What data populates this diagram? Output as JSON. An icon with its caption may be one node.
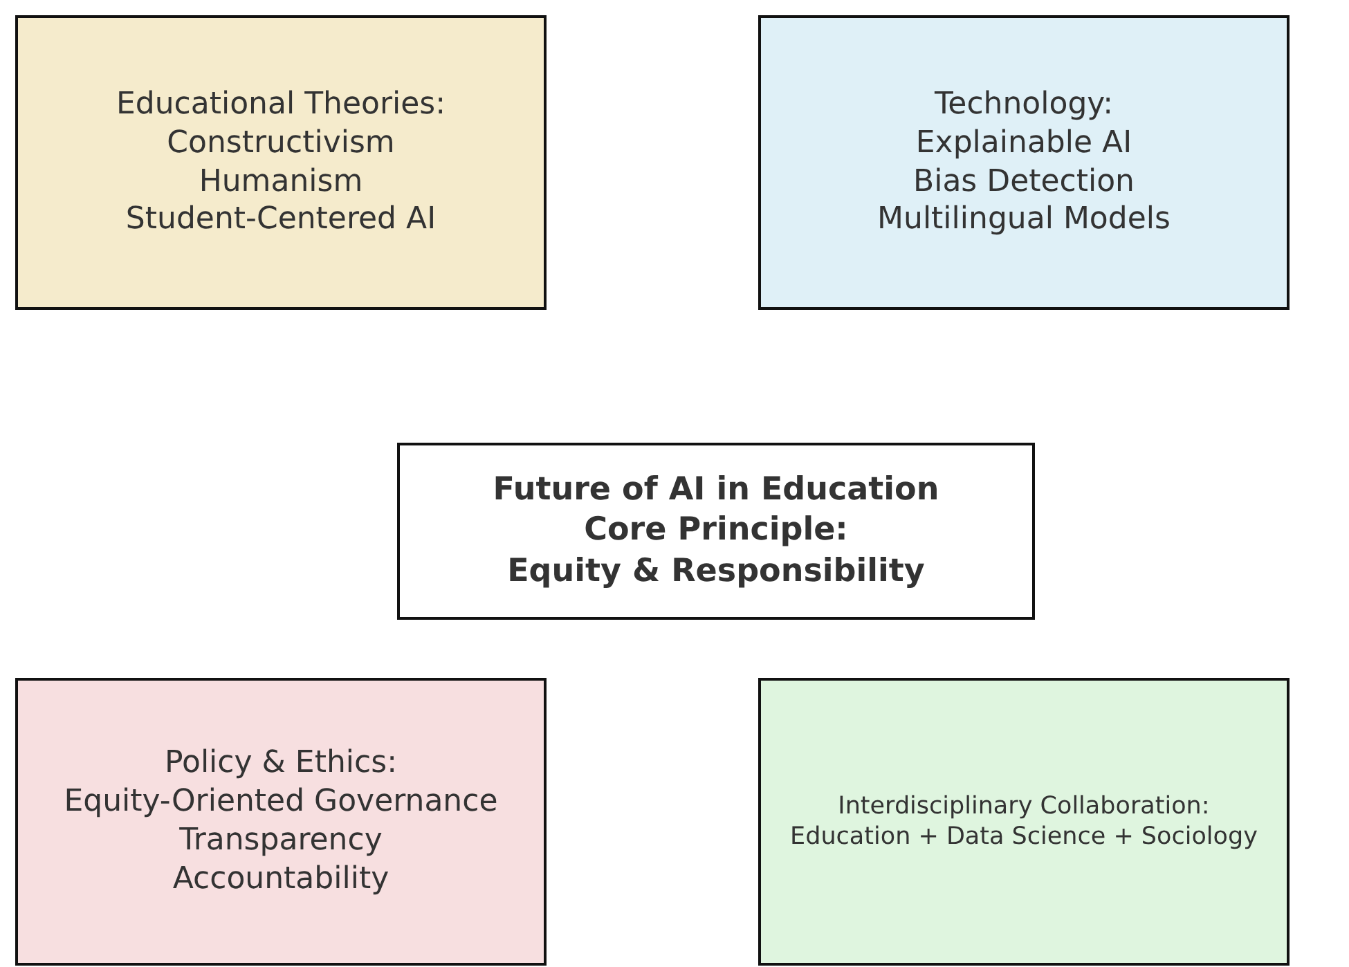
{
  "diagram": {
    "nodes": [
      {
        "text": [
          "Educational Theories:",
          "Constructivism",
          "Humanism",
          "Student-Centered AI"
        ]
      },
      {
        "text": [
          "Technology:",
          "Explainable AI",
          "Bias Detection",
          "Multilingual Models"
        ]
      },
      {
        "text": [
          "Future of AI in Education",
          "Core Principle:",
          "Equity & Responsibility"
        ]
      },
      {
        "text": [
          "Policy & Ethics:",
          "Equity-Oriented Governance",
          "Transparency",
          "Accountability"
        ]
      },
      {
        "text": [
          "Interdisciplinary Collaboration:",
          "Education + Data Science + Sociology"
        ]
      }
    ]
  }
}
